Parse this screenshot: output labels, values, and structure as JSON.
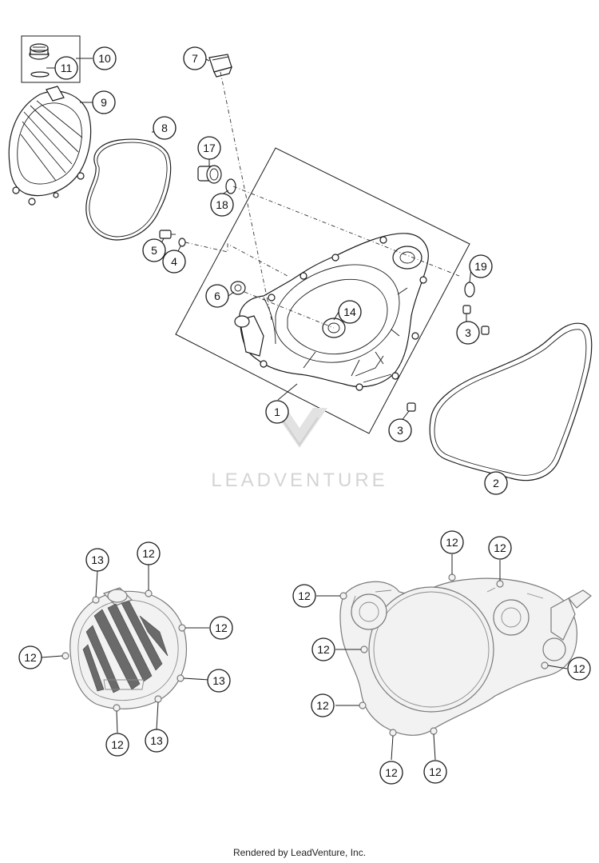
{
  "watermark": "LEADVENTURE",
  "footer": "Rendered by LeadVenture, Inc.",
  "callouts": [
    {
      "id": "c10",
      "label": "10"
    },
    {
      "id": "c11",
      "label": "11"
    },
    {
      "id": "c9",
      "label": "9"
    },
    {
      "id": "c8",
      "label": "8"
    },
    {
      "id": "c7",
      "label": "7"
    },
    {
      "id": "c17",
      "label": "17"
    },
    {
      "id": "c18",
      "label": "18"
    },
    {
      "id": "c5",
      "label": "5"
    },
    {
      "id": "c4",
      "label": "4"
    },
    {
      "id": "c6",
      "label": "6"
    },
    {
      "id": "c14",
      "label": "14"
    },
    {
      "id": "c19",
      "label": "19"
    },
    {
      "id": "c3a",
      "label": "3"
    },
    {
      "id": "c1",
      "label": "1"
    },
    {
      "id": "c3b",
      "label": "3"
    },
    {
      "id": "c2",
      "label": "2"
    },
    {
      "id": "l13a",
      "label": "13"
    },
    {
      "id": "l12a",
      "label": "12"
    },
    {
      "id": "l12b",
      "label": "12"
    },
    {
      "id": "l12c",
      "label": "12"
    },
    {
      "id": "l13b",
      "label": "13"
    },
    {
      "id": "l12d",
      "label": "12"
    },
    {
      "id": "l13c",
      "label": "13"
    },
    {
      "id": "r12a",
      "label": "12"
    },
    {
      "id": "r12b",
      "label": "12"
    },
    {
      "id": "r12c",
      "label": "12"
    },
    {
      "id": "r12d",
      "label": "12"
    },
    {
      "id": "r12e",
      "label": "12"
    },
    {
      "id": "r12f",
      "label": "12"
    },
    {
      "id": "r12g",
      "label": "12"
    },
    {
      "id": "r12h",
      "label": "12"
    }
  ]
}
